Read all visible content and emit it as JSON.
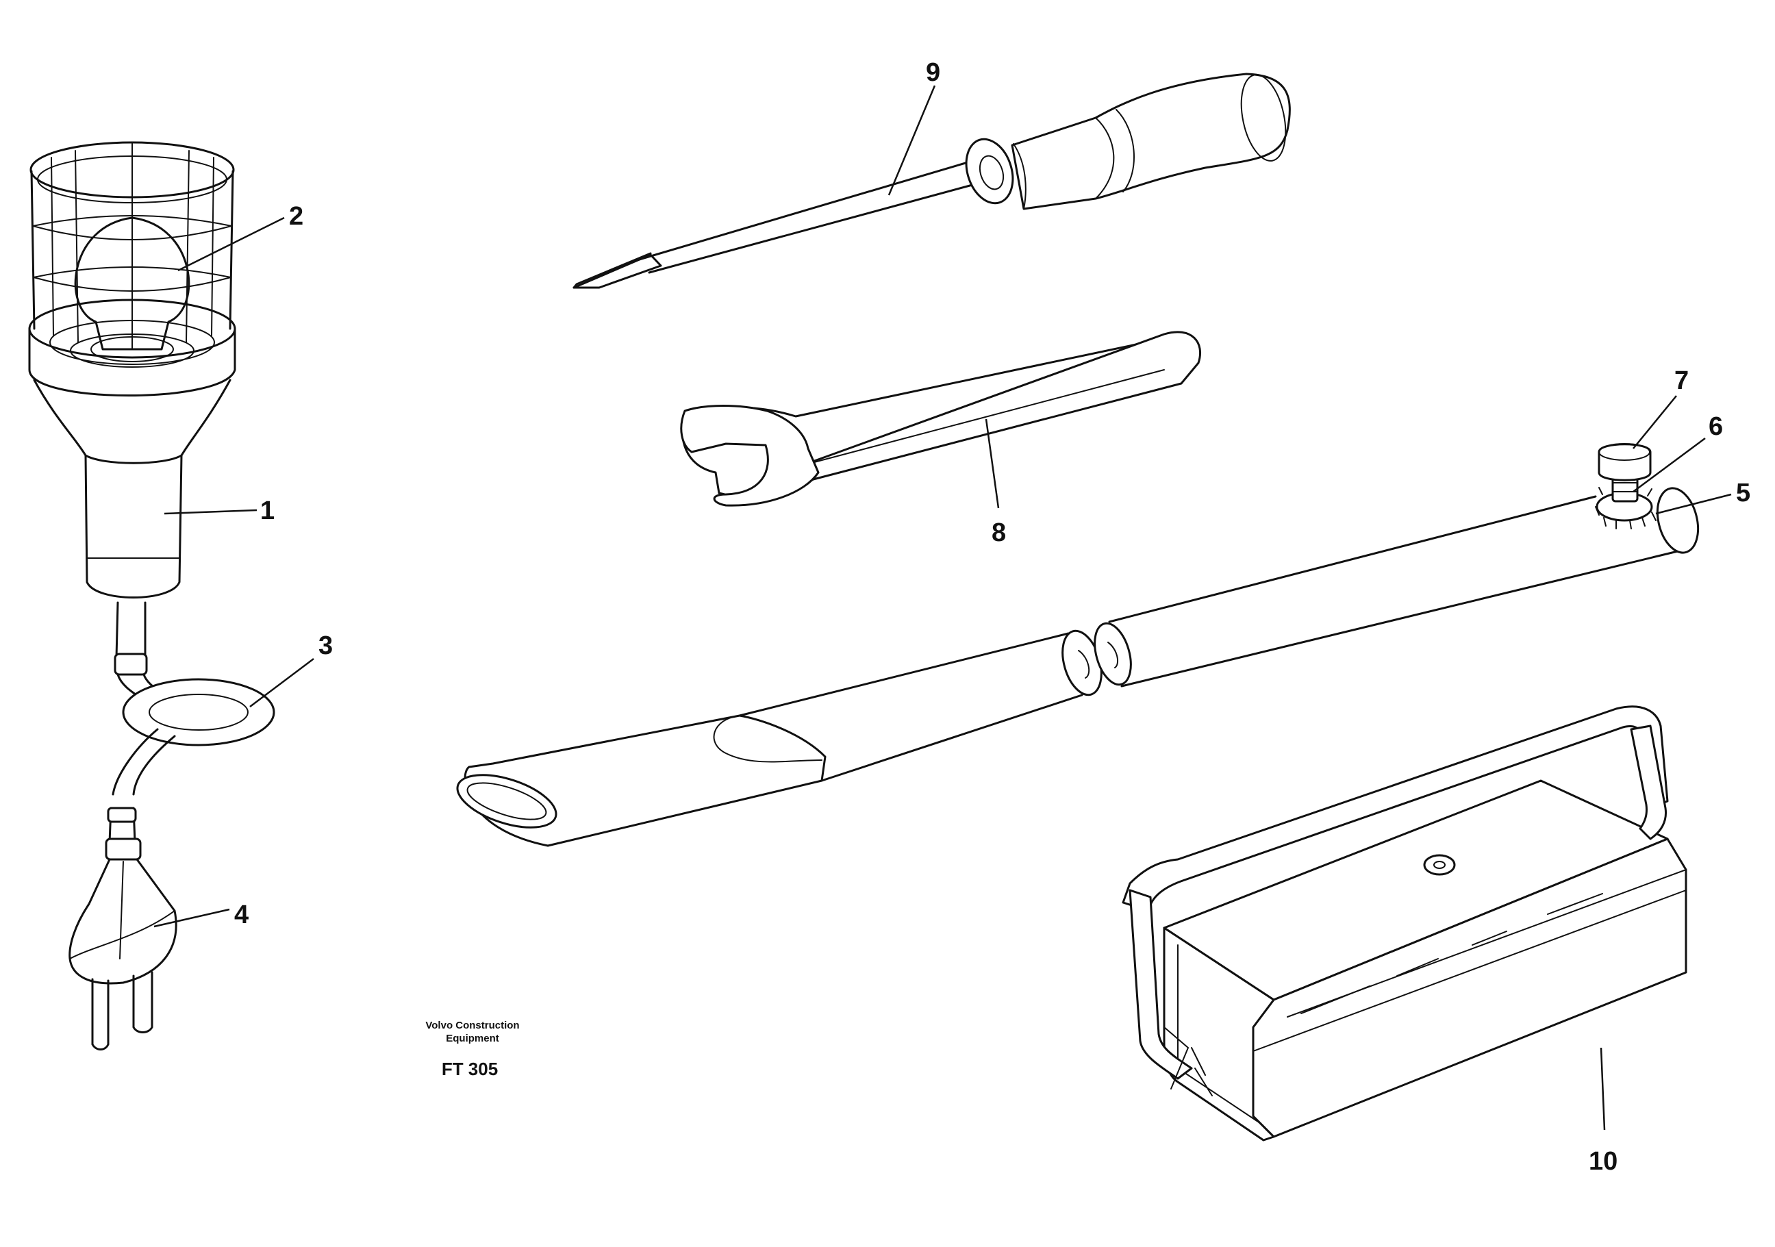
{
  "callouts": {
    "c1": "1",
    "c2": "2",
    "c3": "3",
    "c4": "4",
    "c5": "5",
    "c6": "6",
    "c7": "7",
    "c8": "8",
    "c9": "9",
    "c10": "10"
  },
  "caption": {
    "line1": "Volvo Construction",
    "line2": "Equipment",
    "code": "FT 305"
  }
}
